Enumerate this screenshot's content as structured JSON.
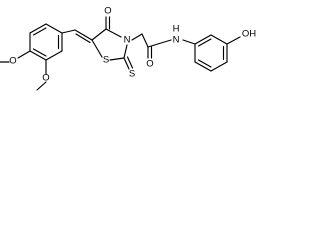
{
  "structure": {
    "atom_labels": {
      "o_meta": "O",
      "o_para": "O",
      "o_carbonyl_ring": "O",
      "n_ring": "N",
      "s_ring": "S",
      "s_thione": "S",
      "o_amide": "O",
      "n_amide": "N",
      "h_amide": "H",
      "oh": "OH"
    }
  }
}
